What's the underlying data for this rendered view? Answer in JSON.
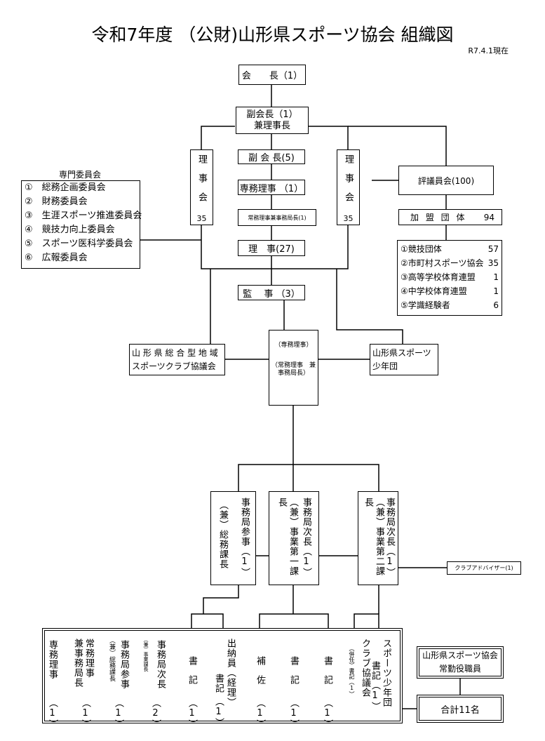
{
  "title": "令和7年度 （公財)山形県スポーツ協会 組織図",
  "as_of": "R7.4.1現在",
  "kaicho": "会　　長（1）",
  "fukukaicho": [
    "副会長（1）",
    "兼理事長"
  ],
  "riji_left": {
    "chars": "理事会",
    "count": "35"
  },
  "riji_right": {
    "chars": "理事会",
    "count": "35"
  },
  "fuku_kaicho5": "副 会 長(5)",
  "senmu_riji": "専務理事 （1）",
  "jomu_riji": "常務理事兼事務局長(1)",
  "riji27": "理　事(27)",
  "kanji": "監　 事 （3）",
  "hyogiin": "評議員会(100)",
  "kamei": {
    "label": "加 盟 団 体",
    "count": "94"
  },
  "kamei_list": [
    {
      "label": "①競技団体",
      "count": "57"
    },
    {
      "label": "②市町村スポーツ協会",
      "count": "35"
    },
    {
      "label": "③高等学校体育連盟",
      "count": "1"
    },
    {
      "label": "④中学校体育連盟",
      "count": "1"
    },
    {
      "label": "⑤学識経験者",
      "count": "6"
    }
  ],
  "senmon": {
    "heading": "専門委員会",
    "items": [
      "①　総務企画委員会",
      "②　財務委員会",
      "③　生涯スポーツ推進委員会",
      "④　競技力向上委員会",
      "⑤　スポーツ医科学委員会",
      "⑥　広報委員会"
    ]
  },
  "sogo_club": [
    "山 形 県 総 合 型 地 域",
    "スポーツクラブ協議会"
  ],
  "center_box": {
    "line1": "（専務理事）",
    "line2": "（常務理事　兼",
    "line3": "事務局長）"
  },
  "shonendan": [
    "山形県スポーツ",
    "少年団"
  ],
  "kyoku_boxes": [
    {
      "col1": "事務局参事（1）",
      "col2": "（兼）総務課長"
    },
    {
      "col1": "事務局次長（1）",
      "col2": "（兼）事業第一課長"
    },
    {
      "col1": "事務局次長（1）",
      "col2": "（兼）事業第二課長"
    }
  ],
  "club_adviser": "クラブアドバイザー(1)",
  "staff": [
    {
      "main": "専務理事",
      "count": "（1）"
    },
    {
      "main": "常務理事",
      "sub": "兼事務局長",
      "count": "（1）"
    },
    {
      "main": "事務局参事",
      "small": "（兼）総務課長",
      "count": "（1）"
    },
    {
      "main": "事務局次長",
      "small": "（兼）事業課長",
      "count": "（2）"
    },
    {
      "main": "書記",
      "count": "（1）"
    },
    {
      "main": "書記",
      "count": "（1）"
    },
    {
      "main": "出納員（経理）"
    },
    {
      "main": "補佐",
      "count": "（1）"
    },
    {
      "main": "書記",
      "count": "（1）"
    },
    {
      "main": "書記",
      "count": "（1）"
    },
    {
      "main": "クラブ協議会",
      "small": "（併任）書記（1）"
    },
    {
      "main": "スポーツ少年団",
      "sub": "書記（1）"
    }
  ],
  "joukin": [
    "山形県スポーツ協会",
    "常勤役職員"
  ],
  "total": "合計11名"
}
